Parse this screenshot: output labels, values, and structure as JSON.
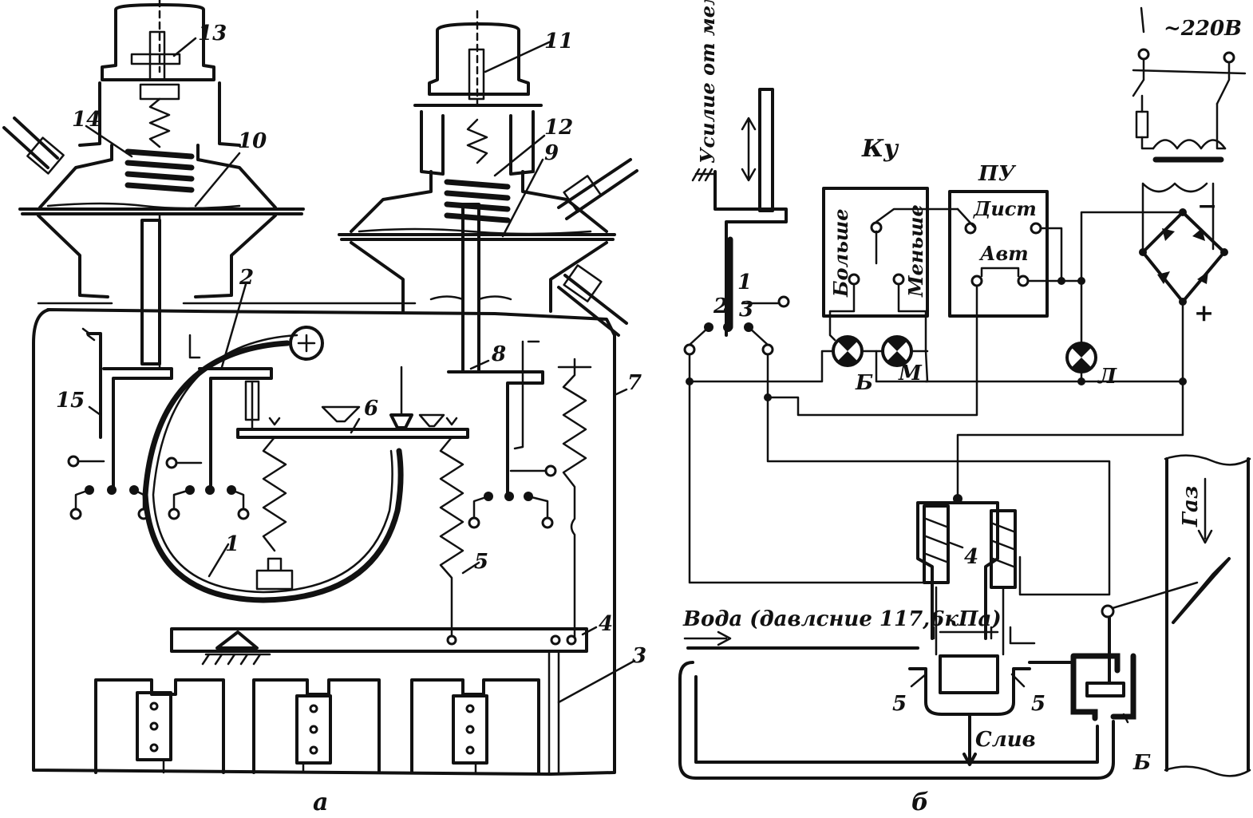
{
  "panel_a": {
    "caption": "а",
    "callouts": {
      "c1": "1",
      "c2": "2",
      "c3": "3",
      "c4": "4",
      "c5": "5",
      "c6": "6",
      "c7": "7",
      "c8": "8",
      "c9": "9",
      "c10": "10",
      "c11": "11",
      "c12": "12",
      "c13": "13",
      "c14": "14",
      "c15": "15"
    }
  },
  "panel_b": {
    "caption": "б",
    "membrane_force": "Усилие от мембраны",
    "ku": "Ку",
    "pu": "ПУ",
    "more": "Больше",
    "less": "Меньше",
    "remote": "Дист",
    "auto": "Авт",
    "lamp_b": "Б",
    "lamp_m": "М",
    "lamp_l": "Л",
    "voltage": "~220В",
    "plus": "+",
    "minus": "−",
    "gas": "Газ",
    "water": "Вода (давлсние 117,6кПа)",
    "drain": "Слив",
    "c1": "1",
    "c2": "2",
    "c3": "3",
    "c4": "4",
    "c5_left": "5",
    "c5_right": "5",
    "c6": "Б"
  }
}
